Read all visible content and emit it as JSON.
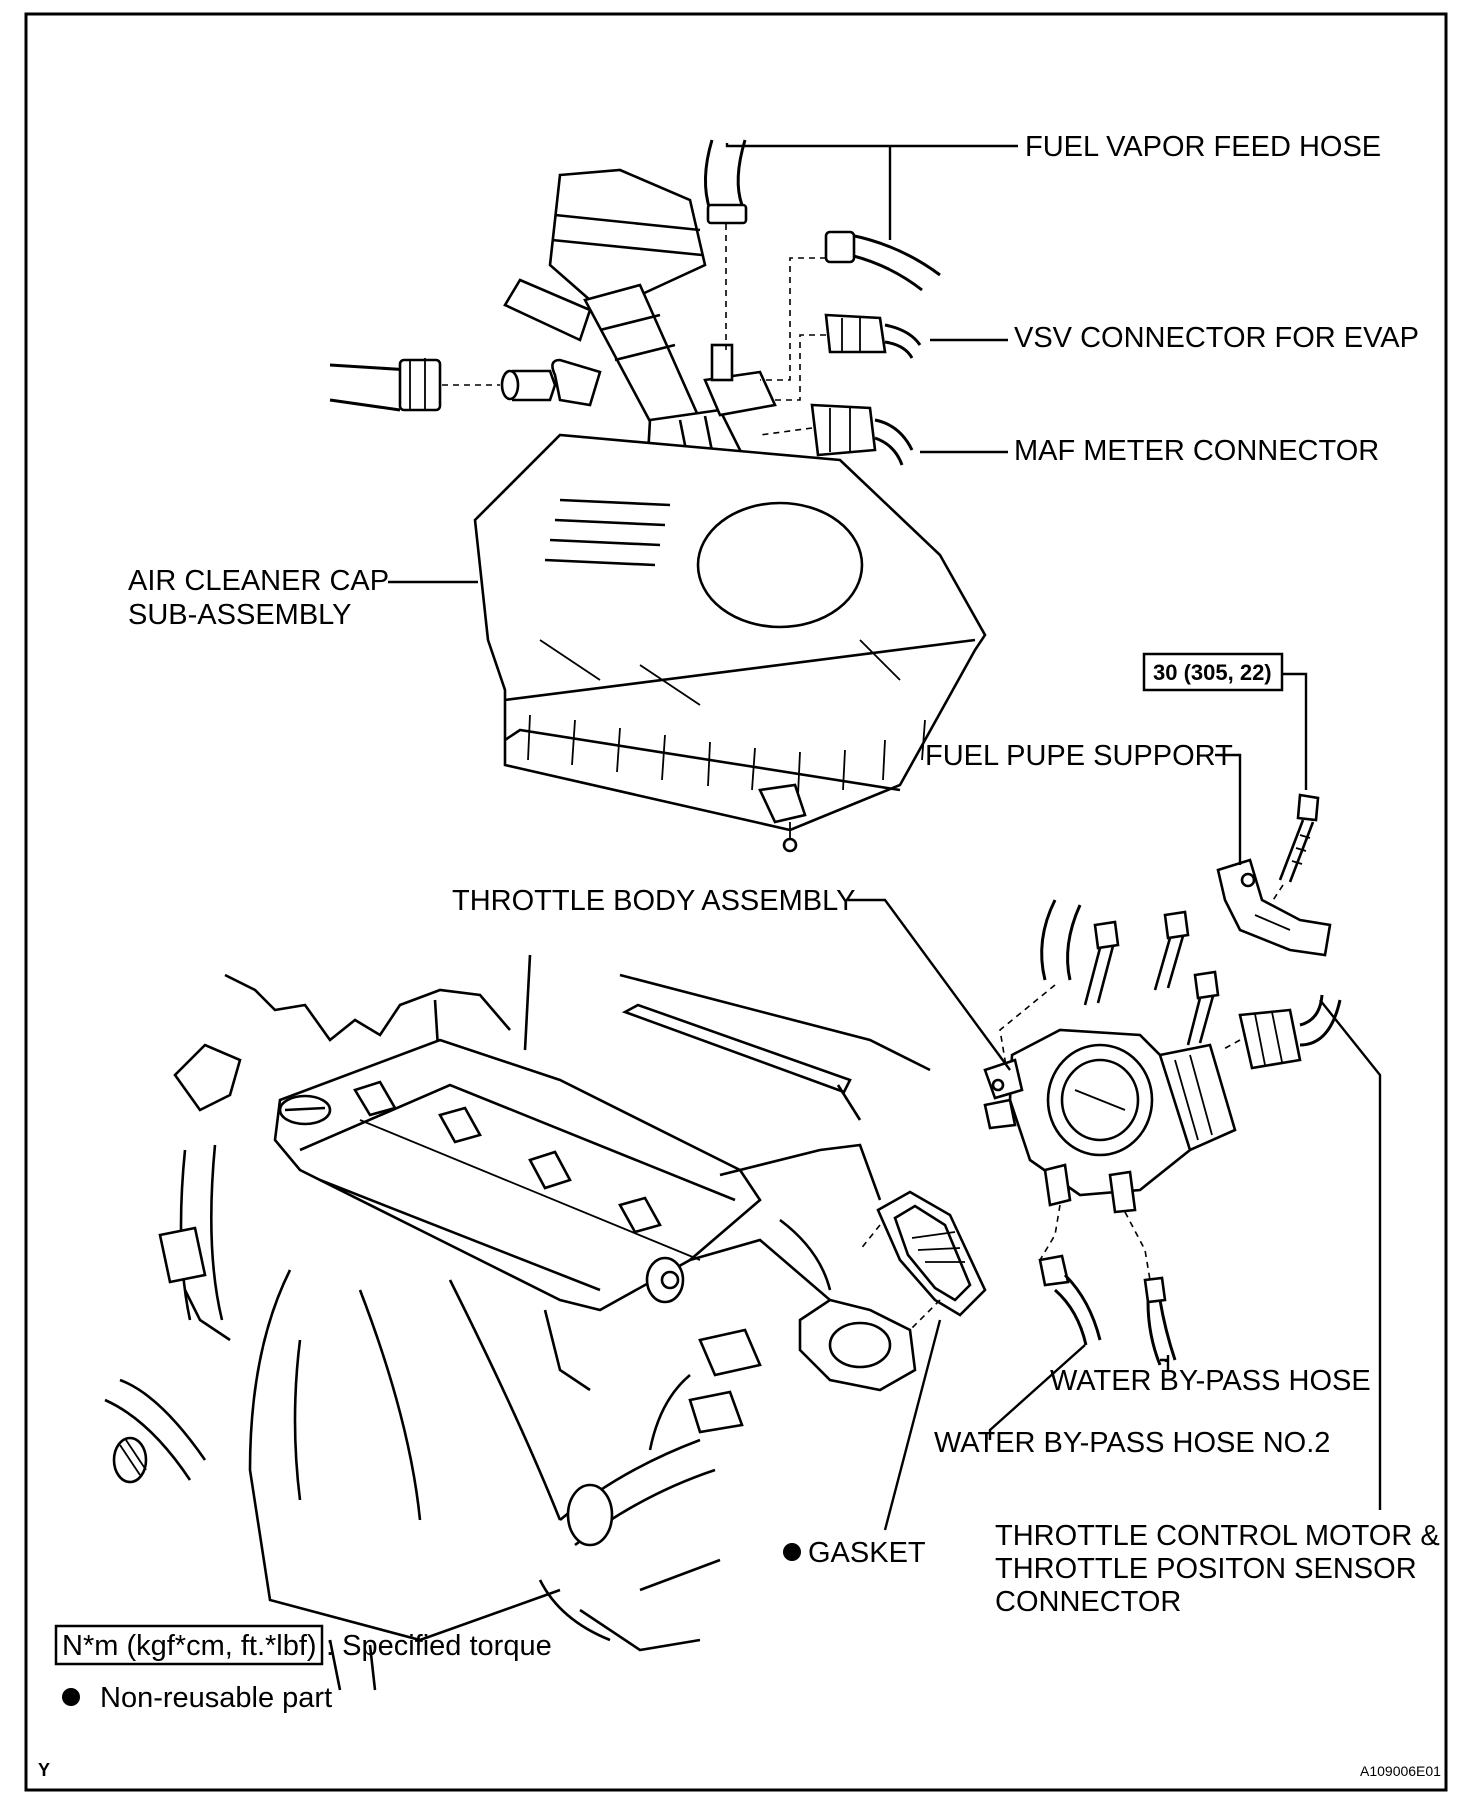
{
  "labels": {
    "fuel_vapor_feed_hose": "FUEL VAPOR FEED HOSE",
    "vsv_connector": "VSV CONNECTOR FOR EVAP",
    "maf_meter_connector": "MAF METER CONNECTOR",
    "air_cleaner_cap_line1": "AIR CLEANER CAP",
    "air_cleaner_cap_line2": "SUB-ASSEMBLY",
    "fuel_pupe_support": "FUEL PUPE SUPPORT",
    "throttle_body_assembly": "THROTTLE BODY ASSEMBLY",
    "water_bypass_hose": "WATER BY-PASS HOSE",
    "water_bypass_hose_no2": "WATER BY-PASS HOSE NO.2",
    "throttle_motor_line1": "THROTTLE CONTROL MOTOR &",
    "throttle_motor_line2": "THROTTLE POSITON SENSOR",
    "throttle_motor_line3": "CONNECTOR",
    "gasket": "GASKET"
  },
  "torque": {
    "bolt_value": "30 (305, 22)"
  },
  "legend": {
    "torque_unit": "N*m (kgf*cm, ft.*lbf)",
    "torque_desc": ": Specified torque",
    "non_reusable_desc": "Non-reusable part"
  },
  "footer": {
    "corner_mark": "Y",
    "figure_code": "A109006E01"
  }
}
